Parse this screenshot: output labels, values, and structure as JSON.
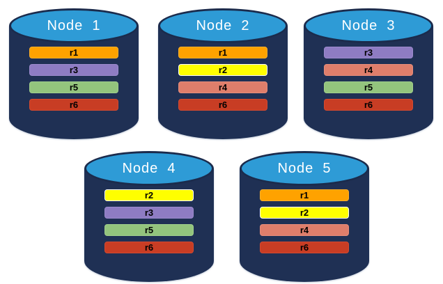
{
  "colors": {
    "background": "#FFFFFF",
    "cylinder_body": "#1F3054",
    "cylinder_top": "#2E9BD6",
    "cylinder_outline": "#1B2B4C",
    "node_label_color": "#FFFFFF",
    "bar_label_color": "#000000"
  },
  "replica_colors": {
    "r1": {
      "fill": "#FFA200",
      "border": "#FFB02A"
    },
    "r2": {
      "fill": "#FFFF00",
      "border": "#FFFFFF"
    },
    "r3": {
      "fill": "#8E7CC3",
      "border": "#9C8BCD"
    },
    "r4": {
      "fill": "#DF7E6B",
      "border": "#E68D7B"
    },
    "r5": {
      "fill": "#93C47D",
      "border": "#A1CF8C"
    },
    "r6": {
      "fill": "#C83D24",
      "border": "#D34A30"
    }
  },
  "nodes": [
    {
      "label": "Node  1",
      "replicas": [
        "r1",
        "r3",
        "r5",
        "r6"
      ]
    },
    {
      "label": "Node  2",
      "replicas": [
        "r1",
        "r2",
        "r4",
        "r6"
      ]
    },
    {
      "label": "Node  3",
      "replicas": [
        "r3",
        "r4",
        "r5",
        "r6"
      ]
    },
    {
      "label": "Node  4",
      "replicas": [
        "r2",
        "r3",
        "r5",
        "r6"
      ]
    },
    {
      "label": "Node  5",
      "replicas": [
        "r1",
        "r2",
        "r4",
        "r6"
      ]
    }
  ]
}
